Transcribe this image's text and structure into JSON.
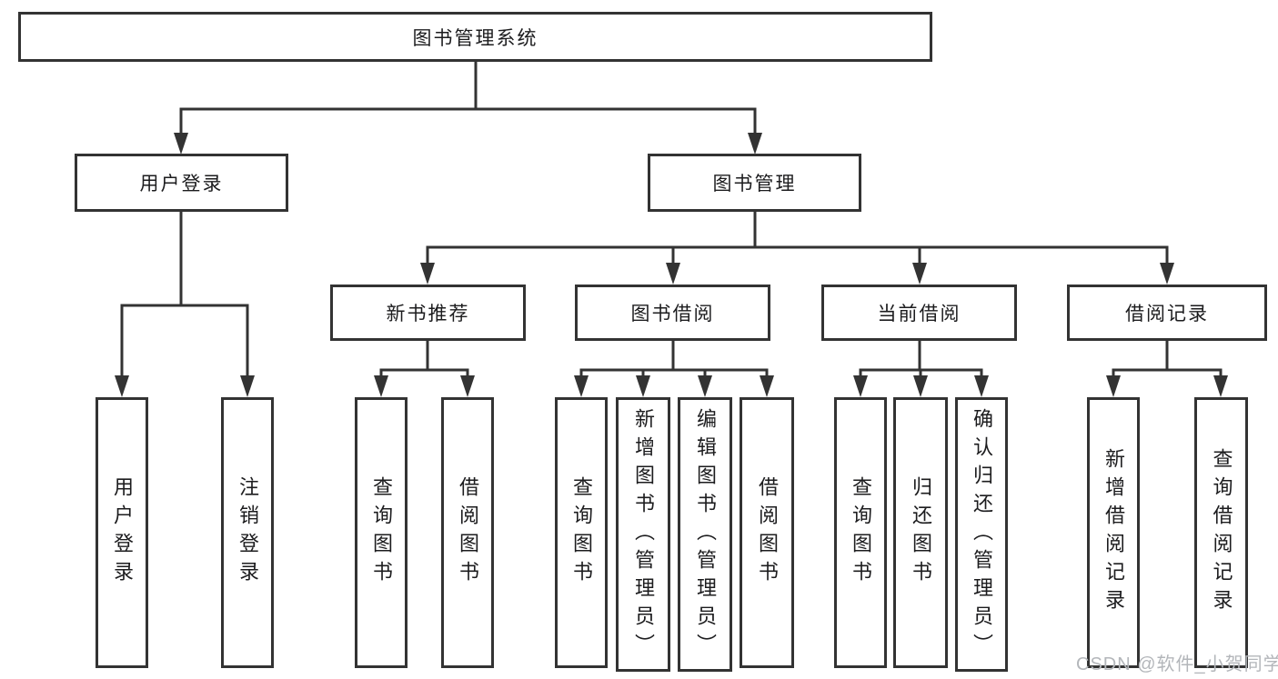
{
  "diagram": {
    "tree": {
      "label": "图书管理系统",
      "children": [
        {
          "label": "用户登录",
          "children": [
            {
              "label": "用户登录"
            },
            {
              "label": "注销登录"
            }
          ]
        },
        {
          "label": "图书管理",
          "children": [
            {
              "label": "新书推荐",
              "children": [
                {
                  "label": "查询图书"
                },
                {
                  "label": "借阅图书"
                }
              ]
            },
            {
              "label": "图书借阅",
              "children": [
                {
                  "label": "查询图书"
                },
                {
                  "label": "新增图书（管理员）"
                },
                {
                  "label": "编辑图书（管理员）"
                },
                {
                  "label": "借阅图书"
                }
              ]
            },
            {
              "label": "当前借阅",
              "children": [
                {
                  "label": "查询图书"
                },
                {
                  "label": "归还图书"
                },
                {
                  "label": "确认归还（管理员）"
                }
              ]
            },
            {
              "label": "借阅记录",
              "children": [
                {
                  "label": "新增借阅记录"
                },
                {
                  "label": "查询借阅记录"
                }
              ]
            }
          ]
        }
      ]
    },
    "colors": {
      "line": "#333333",
      "text": "#1c1c1e",
      "background": "#ffffff",
      "watermark_text": "#b3b6ba"
    }
  },
  "watermark": {
    "text": "CSDN @软件_小贺同学"
  }
}
